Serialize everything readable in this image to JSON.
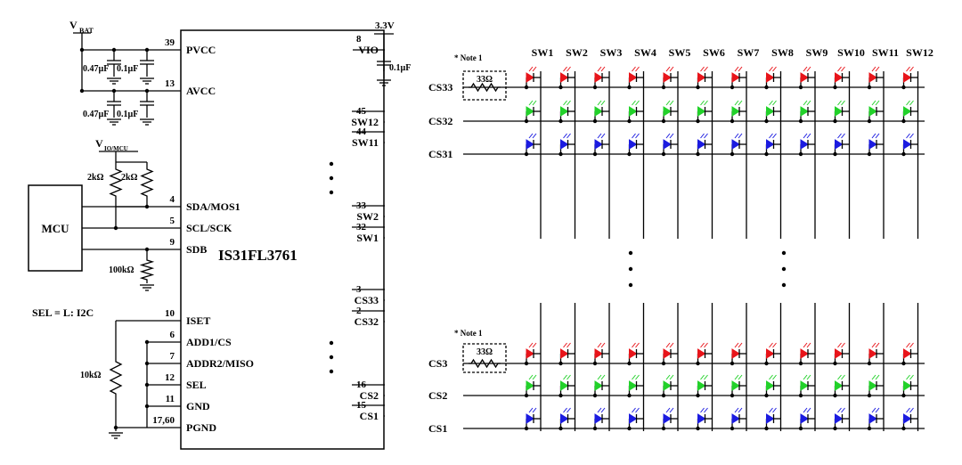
{
  "chip": {
    "name": "IS31FL3761",
    "left_pins": [
      {
        "num": "39",
        "name": "PVCC"
      },
      {
        "num": "13",
        "name": "AVCC"
      },
      {
        "num": "4",
        "name": "SDA/MOS1"
      },
      {
        "num": "5",
        "name": "SCL/SCK"
      },
      {
        "num": "9",
        "name": "SDB"
      },
      {
        "num": "10",
        "name": "ISET"
      },
      {
        "num": "6",
        "name": "ADD1/CS"
      },
      {
        "num": "7",
        "name": "ADDR2/MISO"
      },
      {
        "num": "12",
        "name": "SEL"
      },
      {
        "num": "11",
        "name": "GND"
      },
      {
        "num": "17,60",
        "name": "PGND"
      }
    ],
    "right_pins": [
      {
        "num": "8",
        "name": "VIO"
      },
      {
        "num": "45",
        "name": "SW12"
      },
      {
        "num": "44",
        "name": "SW11"
      },
      {
        "num": "33",
        "name": "SW2"
      },
      {
        "num": "32",
        "name": "SW1"
      },
      {
        "num": "3",
        "name": "CS33"
      },
      {
        "num": "2",
        "name": "CS32"
      },
      {
        "num": "16",
        "name": "CS2"
      },
      {
        "num": "15",
        "name": "CS1"
      }
    ]
  },
  "power": {
    "vbat": "V",
    "vbat_sub": "BAT",
    "vio_mcu": "V",
    "vio_mcu_sub": "IO/MCU",
    "supply": "3.3V"
  },
  "caps": {
    "c1": "0.47µF",
    "c2": "0.1µF",
    "c3": "0.47µF",
    "c4": "0.1µF",
    "c5": "0.1µF"
  },
  "resistors": {
    "r1": "2kΩ",
    "r2": "2kΩ",
    "r3": "100kΩ",
    "r4": "10kΩ"
  },
  "mcu": "MCU",
  "sel_note": "SEL = L: I2C",
  "matrix": {
    "sw_labels": [
      "SW1",
      "SW2",
      "SW3",
      "SW4",
      "SW5",
      "SW6",
      "SW7",
      "SW8",
      "SW9",
      "SW10",
      "SW11",
      "SW12"
    ],
    "cs_top": [
      "CS33",
      "CS32",
      "CS31"
    ],
    "cs_bottom": [
      "CS3",
      "CS2",
      "CS1"
    ],
    "note": "* Note 1",
    "resistor": "33Ω",
    "led_colors": [
      "#e8141a",
      "#22d12a",
      "#1b1be0"
    ]
  }
}
